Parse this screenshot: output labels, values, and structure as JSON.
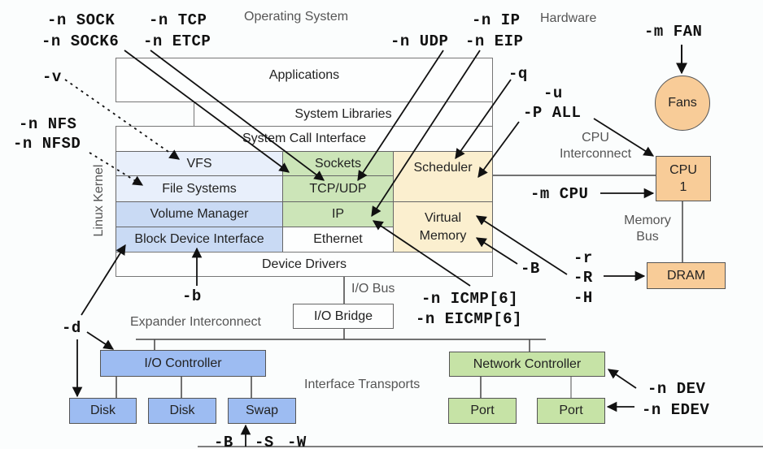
{
  "headers": {
    "operating_system": "Operating System",
    "hardware": "Hardware",
    "linux_kernel": "Linux Kernel"
  },
  "kernel_layers": {
    "applications": "Applications",
    "system_libraries": "System Libraries",
    "system_call_interface": "System Call Interface",
    "vfs": "VFS",
    "file_systems": "File Systems",
    "volume_manager": "Volume Manager",
    "block_device_interface": "Block Device Interface",
    "sockets": "Sockets",
    "tcp_udp": "TCP/UDP",
    "ip": "IP",
    "ethernet": "Ethernet",
    "scheduler": "Scheduler",
    "virtual_memory": "Virtual Memory",
    "device_drivers": "Device Drivers"
  },
  "hardware": {
    "fans": "Fans",
    "cpu": "CPU",
    "cpu_num": "1",
    "dram": "DRAM",
    "cpu_interconnect": "CPU Interconnect",
    "memory_bus": "Memory Bus",
    "io_bus": "I/O Bus",
    "io_bridge": "I/O Bridge",
    "expander_interconnect": "Expander Interconnect",
    "io_controller": "I/O Controller",
    "disk1": "Disk",
    "disk2": "Disk",
    "swap": "Swap",
    "network_controller": "Network Controller",
    "port1": "Port",
    "port2": "Port",
    "interface_transports": "Interface Transports"
  },
  "options": {
    "sock": "-n SOCK",
    "sock6": "-n SOCK6",
    "tcp": "-n TCP",
    "etcp": "-n ETCP",
    "ip": "-n IP",
    "udp": "-n UDP",
    "eip": "-n EIP",
    "v": "-v",
    "nfs": "-n NFS",
    "nfsd": "-n NFSD",
    "q": "-q",
    "u": "-u",
    "p_all": "-P ALL",
    "m_fan": "-m FAN",
    "m_cpu": "-m CPU",
    "r": "-r",
    "R": "-R",
    "H": "-H",
    "B_mem": "-B",
    "icmp": "-n ICMP[6]",
    "eicmp": "-n EICMP[6]",
    "b": "-b",
    "d": "-d",
    "B_swap": "-B",
    "S": "-S",
    "W": "-W",
    "dev": "-n DEV",
    "edev": "-n EDEV"
  }
}
